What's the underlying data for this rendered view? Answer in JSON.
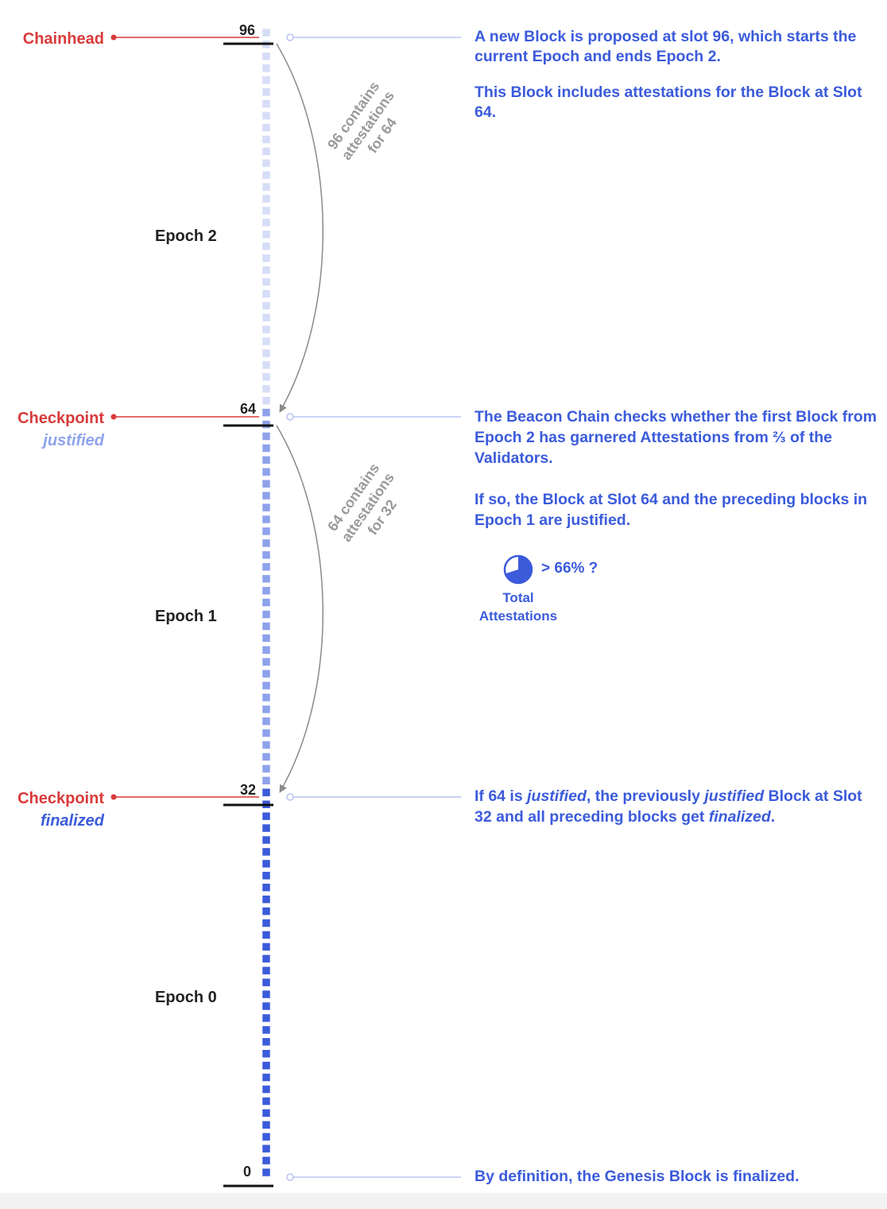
{
  "chain": {
    "total_slots": 97,
    "epoch_colors": {
      "epoch0": "#3b5bdb",
      "epoch1": "#8ea2ec",
      "epoch2": "#d5ddf7"
    }
  },
  "slot_labels": {
    "s96": "96",
    "s64": "64",
    "s32": "32",
    "s0": "0"
  },
  "epochs": {
    "e2": "Epoch 2",
    "e1": "Epoch 1",
    "e0": "Epoch 0"
  },
  "markers": {
    "chainhead": "Chainhead",
    "checkpoint_justified": "Checkpoint",
    "justified_label": "justified",
    "checkpoint_finalized": "Checkpoint",
    "finalized_label": "finalized"
  },
  "arcs": {
    "arc96": [
      "96 contains",
      "attestations",
      "for 64"
    ],
    "arc64": [
      "64 contains",
      "attestations",
      "for 32"
    ]
  },
  "descriptions": {
    "d96_p1": "A new Block is proposed at slot 96, which starts the current Epoch and ends Epoch 2.",
    "d96_p2": "This Block includes attestations for the Block at Slot 64.",
    "d64_p1": "The Beacon Chain checks whether the first Block from Epoch 2 has garnered Attestations from ⅔ of the Validators.",
    "d64_p2": "If so, the Block at Slot 64 and the preceding blocks in Epoch 1 are justified.",
    "d32_a": "If 64 is ",
    "d32_b": "justified",
    "d32_c": ", the previously ",
    "d32_d": "justified",
    "d32_e": " Block at Slot 32 and all preceding blocks get ",
    "d32_f": "finalized",
    "d32_g": ".",
    "d0": "By definition, the Genesis Block is finalized."
  },
  "attestation": {
    "percent": "> 66% ?",
    "caption_line1": "Total",
    "caption_line2": "Attestations",
    "pie_fraction": 0.7
  },
  "colors": {
    "red": "#d93a3a",
    "blue": "#3b5bdb",
    "justified_blue": "#8ea2ec",
    "connector": "#b8c3ef",
    "arc_gray": "#8a8a8a"
  }
}
